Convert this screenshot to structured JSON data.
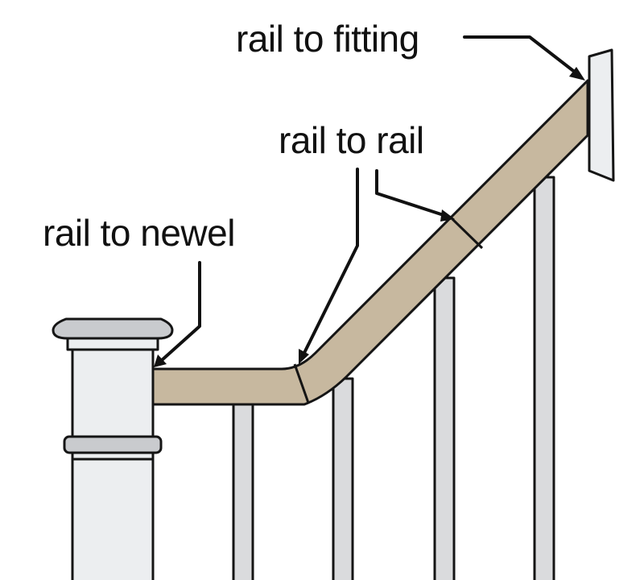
{
  "labels": {
    "rail_to_fitting": "rail to fitting",
    "rail_to_rail": "rail to rail",
    "rail_to_newel": "rail to newel"
  },
  "colors": {
    "rail_fill": "#c7b89f",
    "outline": "#151515",
    "newel_fill": "#eceef0",
    "newel_shade": "#c9cbce",
    "baluster_fill": "#dadbdd",
    "background": "#ffffff"
  }
}
